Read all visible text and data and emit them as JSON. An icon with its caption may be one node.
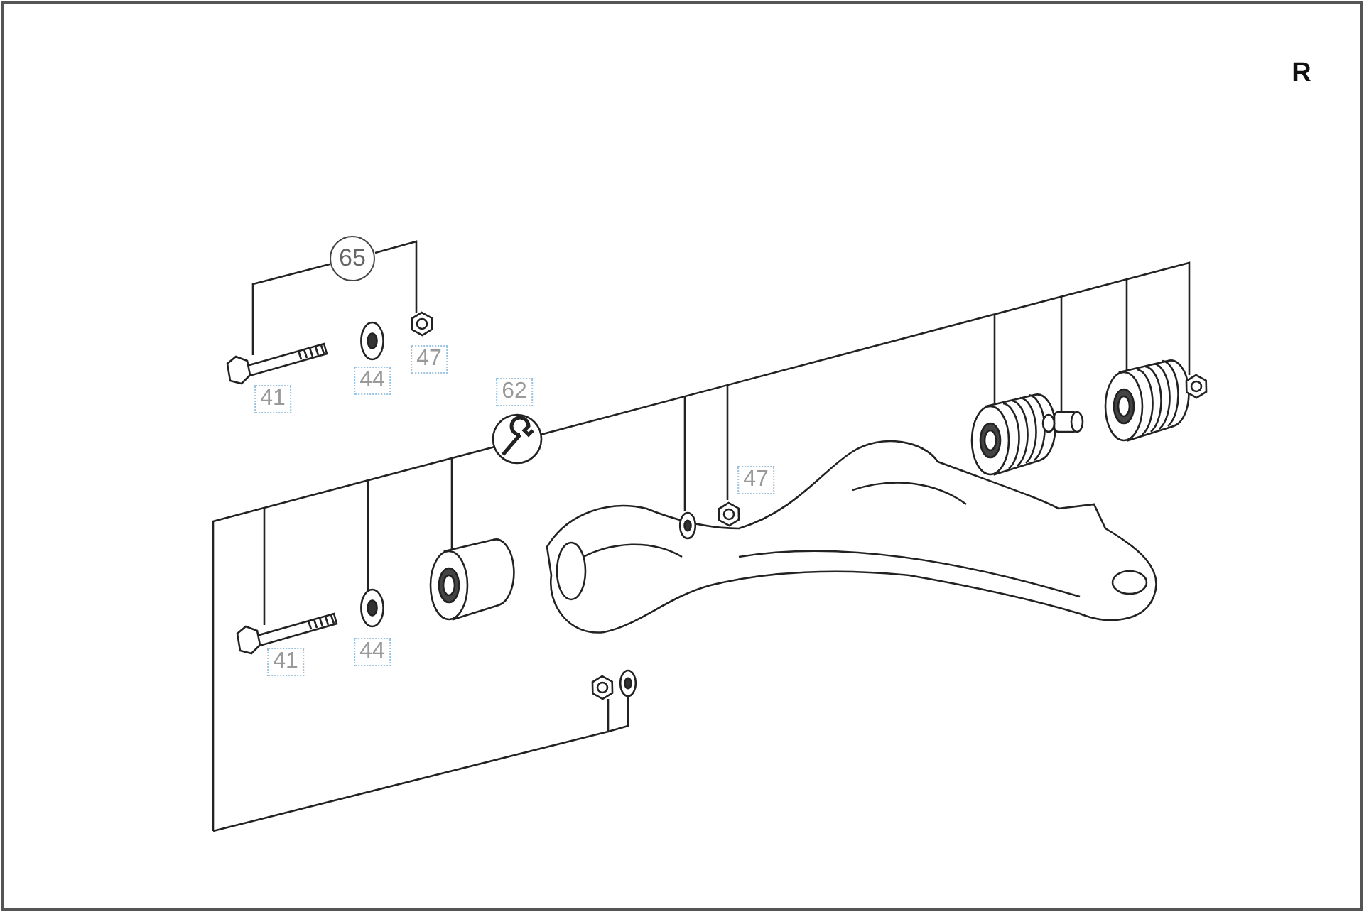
{
  "diagram": {
    "labels": [
      "R",
      "65",
      "41",
      "44",
      "47",
      "62",
      "47",
      "41",
      "44"
    ]
  }
}
